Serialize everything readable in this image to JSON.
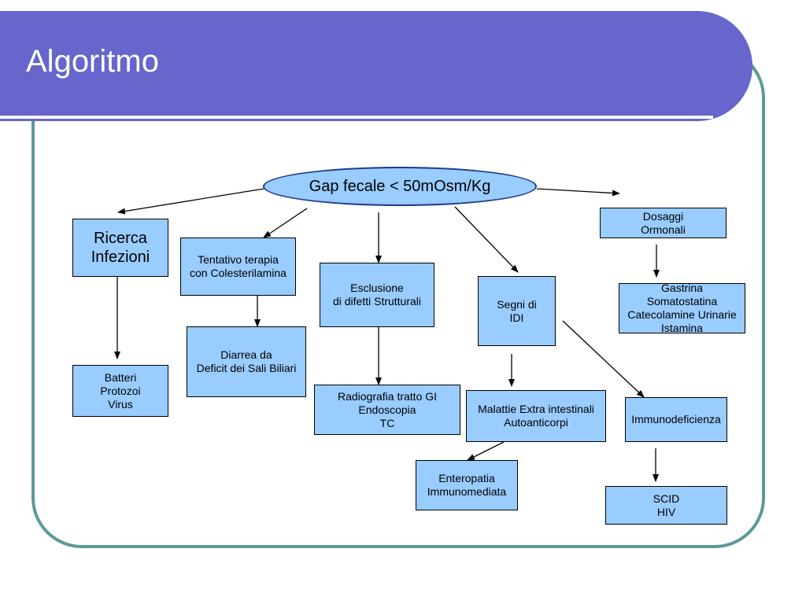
{
  "slide": {
    "title": "Algoritmo",
    "colors": {
      "title_bar": "#6666cc",
      "frame": "#5b9a98",
      "node_fill": "#99ccff"
    }
  },
  "nodes": {
    "root": "Gap fecale < 50mOsm/Kg",
    "ricerca": "Ricerca\nInfezioni",
    "batteri": "Batteri\nProtozoi\nVirus",
    "tentativo": "Tentativo terapia\ncon Colesterilamina",
    "diarrea": "Diarrea da\nDeficit dei Sali Biliari",
    "esclusione": "Esclusione\ndi difetti Strutturali",
    "radiografia": "Radiografia  tratto GI\nEndoscopia\nTC",
    "segni": "Segni  di\nIDI",
    "malattie": "Malattie Extra intestinali\nAutoanticorpi",
    "enteropatia": "Enteropatia\nImmunomediata",
    "immunodeficienza": "Immunodeficienza",
    "scid": "SCID\nHIV",
    "dosaggi": "Dosaggi\nOrmonali",
    "gastrina": "Gastrina\nSomatostatina\nCatecolamine Urinarie\nIstamina"
  }
}
